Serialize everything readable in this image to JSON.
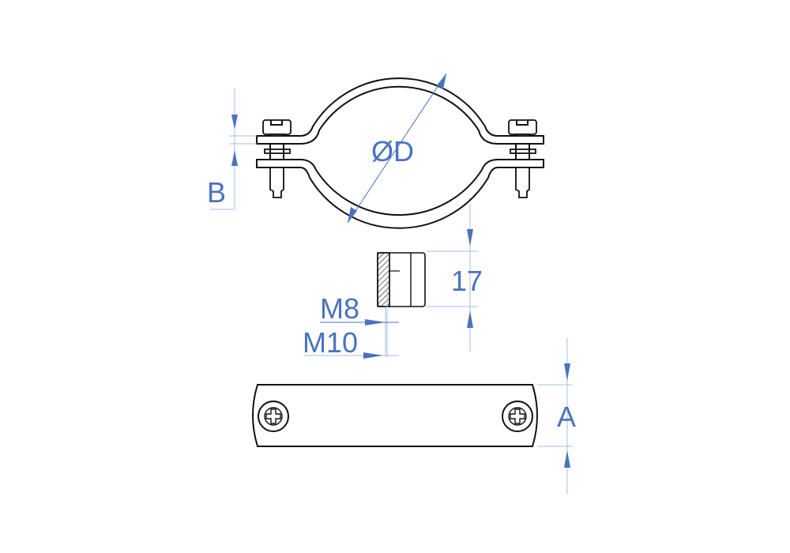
{
  "labels": {
    "diameter": "ØD",
    "flange_gap": "B",
    "nut_height": "17",
    "thread_m8": "M8",
    "thread_m10": "M10",
    "strap_width": "A"
  },
  "colors": {
    "dimension": "#4a72c0",
    "outline": "#111111"
  }
}
